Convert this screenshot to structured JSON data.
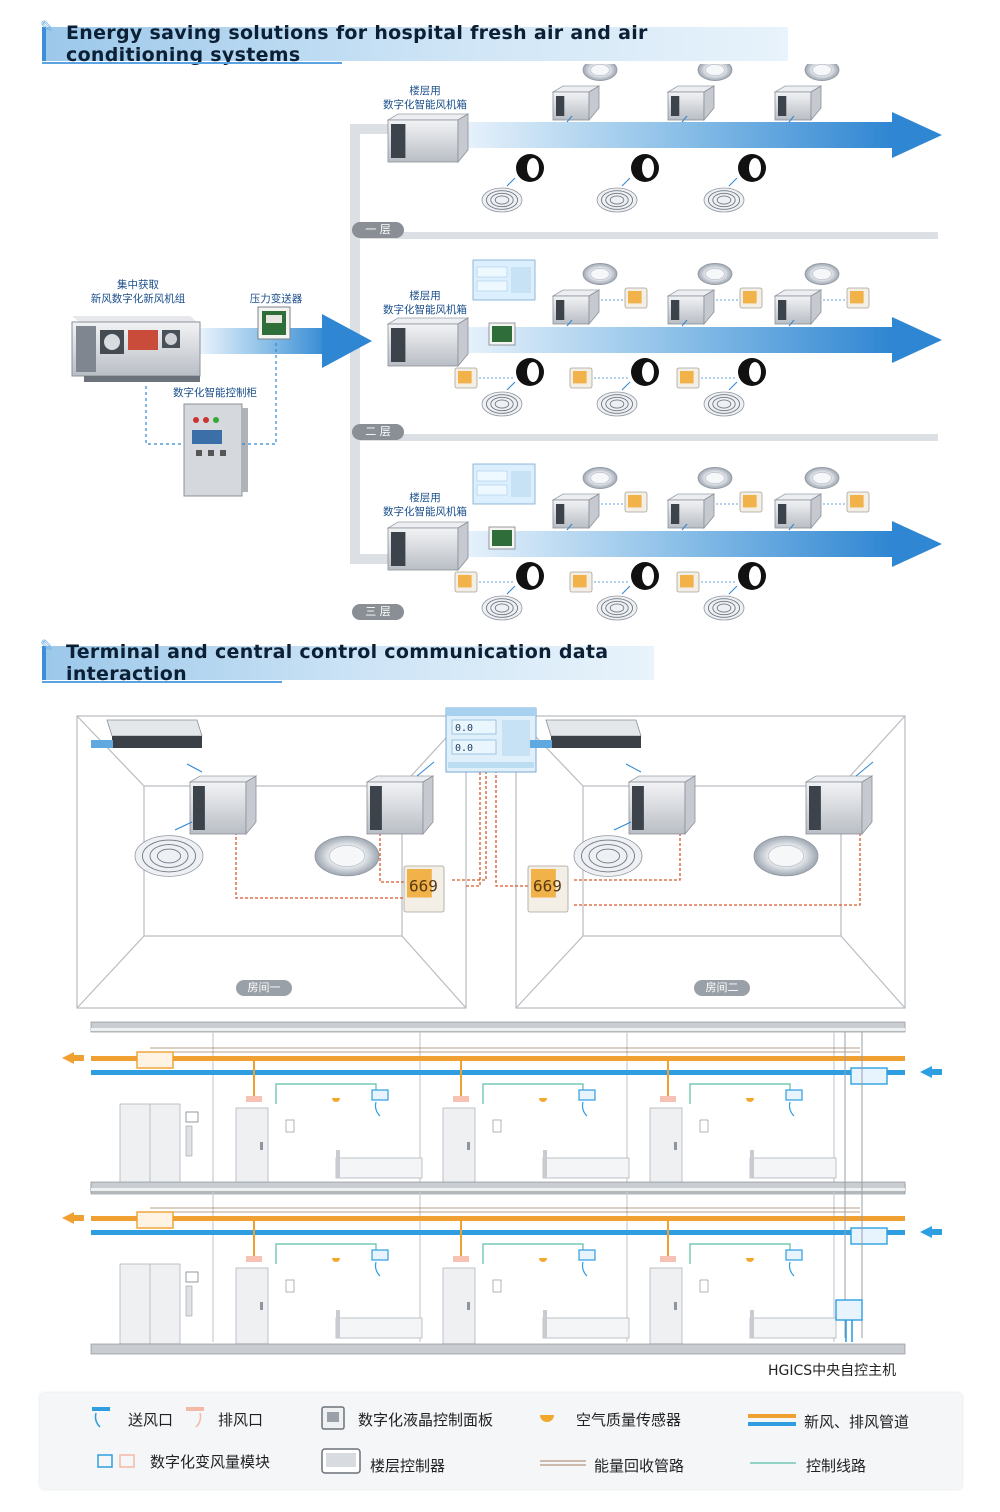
{
  "section1": {
    "title": "Energy saving solutions for hospital fresh air and air conditioning systems"
  },
  "section2": {
    "title": "Terminal and central control communication data interaction"
  },
  "central_unit": {
    "line1": "集中获取",
    "line2": "新风数字化新风机组"
  },
  "pressure_transmitter": {
    "label": "压力变送器"
  },
  "control_cabinet": {
    "label": "数字化智能控制柜"
  },
  "floors": [
    {
      "label": "一 层",
      "box_line1": "楼层用",
      "box_line2": "数字化智能风机箱"
    },
    {
      "label": "二 层",
      "box_line1": "楼层用",
      "box_line2": "数字化智能风机箱"
    },
    {
      "label": "三 层",
      "box_line1": "楼层用",
      "box_line2": "数字化智能风机箱"
    }
  ],
  "panel": {
    "value1": "0.0",
    "value2": "0.0"
  },
  "rooms": [
    {
      "label": "房间一",
      "sensor_value": "669"
    },
    {
      "label": "房间二",
      "sensor_value": "669"
    }
  ],
  "host": {
    "label": "HGICS中央自控主机"
  },
  "legend": {
    "supply_outlet": "送风口",
    "exhaust_outlet": "排风口",
    "lcd_panel": "数字化液晶控制面板",
    "air_quality_sensor": "空气质量传感器",
    "duct": "新风、排风管道",
    "vav_module": "数字化变风量模块",
    "floor_controller": "楼层控制器",
    "energy_recovery": "能量回收管路",
    "control_line": "控制线路"
  },
  "colors": {
    "accent_blue": "#2f8ad6",
    "exhaust_orange": "#f0a030",
    "supply_blue": "#2e9ee0",
    "control_red": "#d9572b"
  }
}
